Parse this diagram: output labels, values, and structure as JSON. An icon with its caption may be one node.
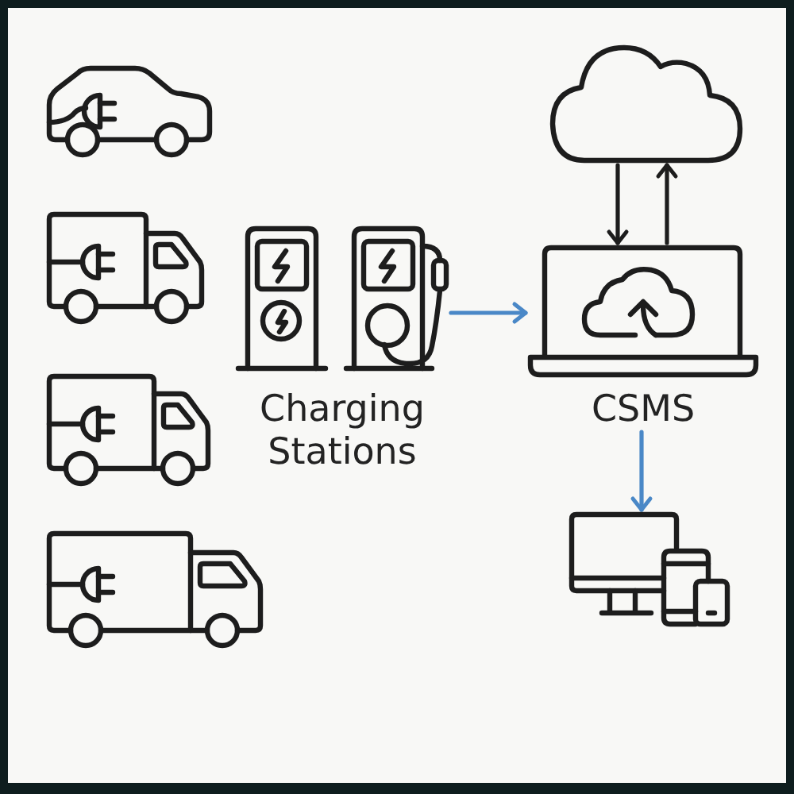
{
  "diagram": {
    "nodes": [
      {
        "text": [],
        "shape": "picture"
      },
      {
        "text": [],
        "shape": "picture"
      },
      {
        "text": [],
        "shape": "picture"
      },
      {
        "text": [],
        "shape": "picture"
      },
      {
        "text": [
          "Charging Stations"
        ]
      },
      {
        "text": [],
        "shape": "cloud"
      },
      {
        "text": [
          "CSMS"
        ]
      },
      {
        "text": [],
        "shape": "picture"
      }
    ],
    "edges": [
      {
        "from": 4,
        "to": 6,
        "arrow": "to",
        "color": "#4a88c7"
      },
      {
        "from": 5,
        "to": 6,
        "arrow": "to",
        "color": "#1d1d1d"
      },
      {
        "from": 6,
        "to": 5,
        "arrow": "to",
        "color": "#1d1d1d"
      },
      {
        "from": 6,
        "to": 7,
        "arrow": "to",
        "color": "#4a88c7"
      }
    ]
  }
}
